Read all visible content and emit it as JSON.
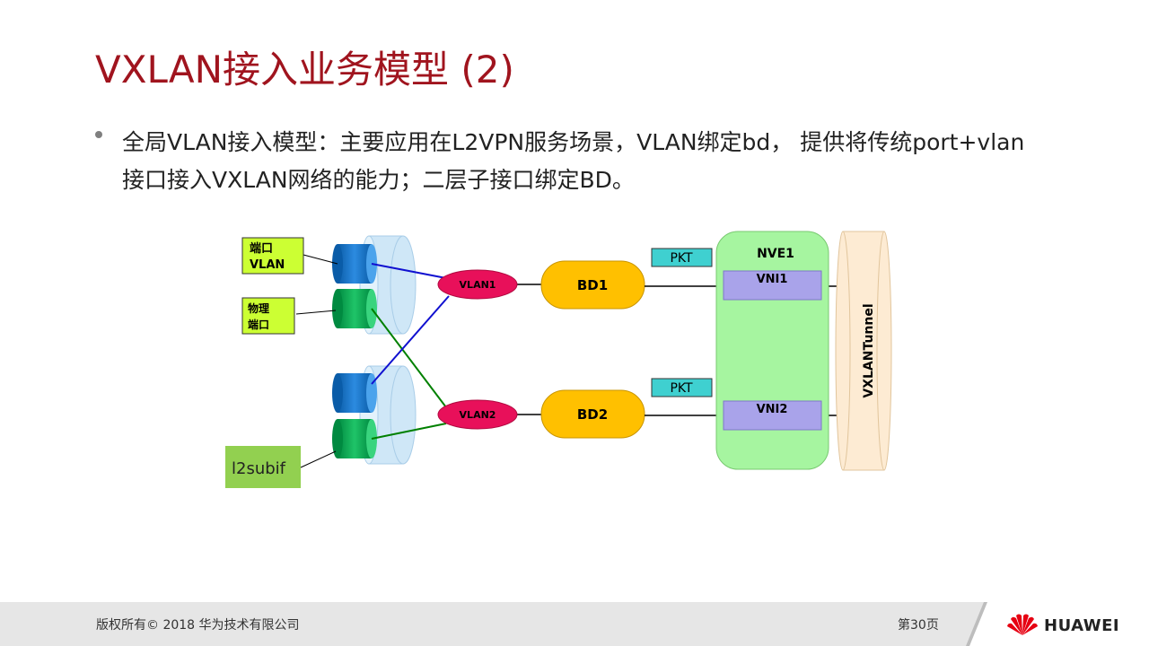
{
  "slide": {
    "title": "VXLAN接入业务模型 (2)",
    "bullet_line1": "全局VLAN接入模型：主要应用在L2VPN服务场景，VLAN绑定bd， 提供将传统port+vlan",
    "bullet_line2": "接口接入VXLAN网络的能力；二层子接口绑定BD。"
  },
  "diagram": {
    "label_port_vlan_1": "端口",
    "label_port_vlan_2": "VLAN",
    "label_physical_1": "物理",
    "label_physical_2": "端口",
    "label_l2subif": "l2subif",
    "vlan1": "VLAN1",
    "vlan2": "VLAN2",
    "bd1": "BD1",
    "bd2": "BD2",
    "pkt1": "PKT",
    "pkt2": "PKT",
    "nve": "NVE1",
    "vni1": "VNI1",
    "vni2": "VNI2",
    "tunnel": "VXLANTunnel"
  },
  "colors": {
    "title": "#a0141e",
    "port_blue": "#0e6cbf",
    "port_green": "#00a550",
    "vlan_pink": "#e8105a",
    "bd_yellow": "#ffc000",
    "pkt_teal": "#3fd0d0",
    "nve_green": "#a6f5a0",
    "vni_purple": "#a9a3ea",
    "tunnel_beige": "#fdebd3",
    "label_yellow_green": "#ccff33",
    "l2subif_green": "#92d050"
  },
  "footer": {
    "copyright": "版权所有© 2018 华为技术有限公司",
    "page": "第30页",
    "brand": "HUAWEI"
  }
}
